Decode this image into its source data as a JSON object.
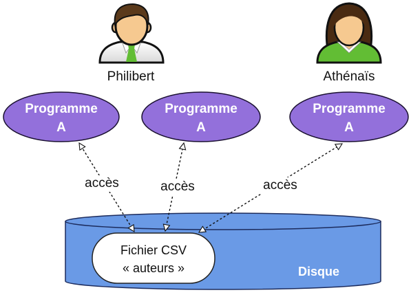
{
  "diagram": {
    "users": [
      {
        "name": "Philibert",
        "icon": "male-user-icon"
      },
      {
        "name": "Athénaïs",
        "icon": "female-user-icon"
      }
    ],
    "programs": [
      {
        "line1": "Programme",
        "line2": "A"
      },
      {
        "line1": "Programme",
        "line2": "A"
      },
      {
        "line1": "Programme",
        "line2": "A"
      }
    ],
    "accesses": [
      {
        "label": "accès"
      },
      {
        "label": "accès"
      },
      {
        "label": "accès"
      }
    ],
    "disk": {
      "label": "Disque",
      "file": {
        "line1": "Fichier CSV",
        "line2": "« auteurs »"
      }
    }
  },
  "colors": {
    "program_fill": "#9370db",
    "disk_fill": "#6a9ae6",
    "shirt_green": "#62bd34",
    "skin": "#f6c990",
    "hair_male": "#5b3a1b",
    "hair_female": "#4a2b12"
  }
}
